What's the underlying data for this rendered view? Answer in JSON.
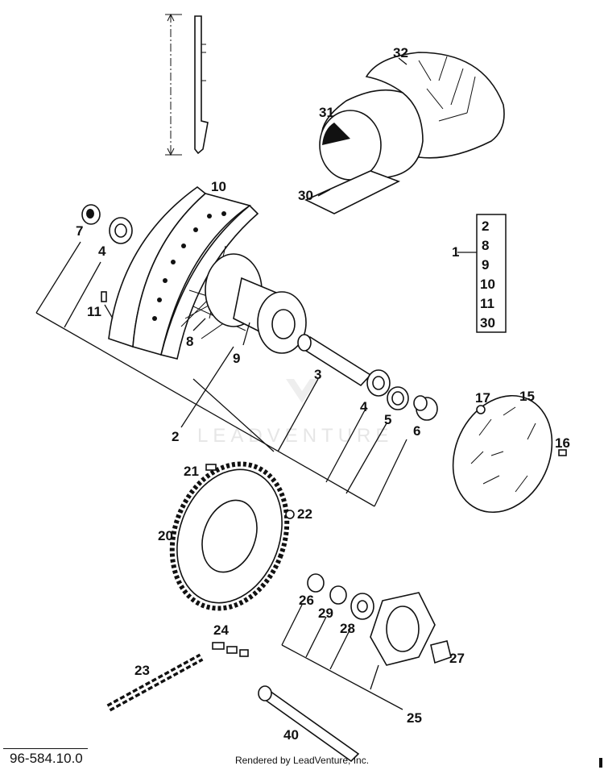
{
  "diagram": {
    "watermark": "LEADVENTURE",
    "drawing_number": "96-584.10.0",
    "credit": "Rendered by LeadVenture, Inc.",
    "kit_box": {
      "items": [
        "2",
        "8",
        "9",
        "10",
        "11",
        "30"
      ]
    },
    "callouts": {
      "c1": "1",
      "c2": "2",
      "c3": "3",
      "c4a": "4",
      "c4b": "4",
      "c5": "5",
      "c6": "6",
      "c7": "7",
      "c8": "8",
      "c9": "9",
      "c10": "10",
      "c11": "11",
      "c15": "15",
      "c16": "16",
      "c17": "17",
      "c20": "20",
      "c21": "21",
      "c22": "22",
      "c23": "23",
      "c24": "24",
      "c25": "25",
      "c26": "26",
      "c27": "27",
      "c28": "28",
      "c29": "29",
      "c30": "30",
      "c31": "31",
      "c32": "32",
      "c40": "40"
    }
  }
}
